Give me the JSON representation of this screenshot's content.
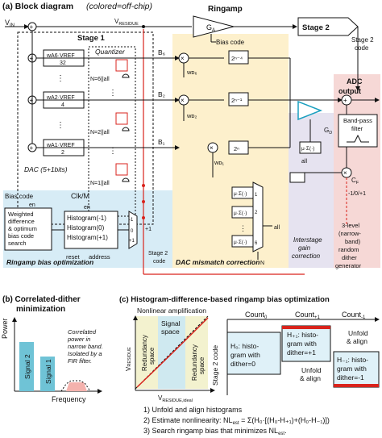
{
  "panel_a": {
    "title": "(a) Block diagram",
    "subtitle": "(colored=off-chip)",
    "vin": "V",
    "vin_sub": "IN",
    "v_residue": "V",
    "v_residue_sub": "RESIDUE",
    "ringamp_label": "Ringamp",
    "ga_label": "G",
    "ga_sub": "A",
    "bias_code_label": "Bias code",
    "stage1_label": "Stage 1",
    "stage2_label": "Stage 2",
    "stage2_code_label": "Stage 2 code",
    "quantizer_label": "Quantizer",
    "dac_label": "DAC (5+1bits)",
    "weights": [
      "w₆·Vᵣₑᶠ",
      "w₂·Vᵣₑᶠ",
      "w₁·Vᵣₑᶠ"
    ],
    "weights_plain": [
      "wA6·VREF",
      "wA2·VREF",
      "wA1·VREF"
    ],
    "divisors": [
      "32",
      "4",
      "2"
    ],
    "n_labels": [
      "N=6||all",
      "N=2||all",
      "N=1||all"
    ],
    "b_labels": [
      "B₆",
      "B₂",
      "B₁"
    ],
    "pow_labels": [
      "2ⁿ⁻⁴",
      "2ⁿ⁻¹",
      "2ⁿ"
    ],
    "wd_labels": [
      "wᴅ₆",
      "wᴅ₂",
      "wᴅ₁"
    ],
    "gd_label": "G",
    "gd_sub": "D",
    "adc_output": "ADC output",
    "bandpass": "Band-pass filter",
    "cf_label": "C",
    "cf_sub": "F",
    "mu_sigma": "μ·Σ(·)",
    "all_label": "all",
    "n_label": "N",
    "one_over_label": "-1/0/+1",
    "dither_gen": "3-level (narrow-band) random dither generator",
    "dither_lines": [
      "3-level",
      "(narrow-",
      "band)",
      "random",
      "dither",
      "generator"
    ],
    "clk_label": "Clk/M",
    "ringamp_opt_label": "Ringamp bias optimization",
    "dac_mismatch_label": "DAC mismatch correction",
    "interstage_label": "Interstage gain correction",
    "interstage_lines": [
      "Interstage",
      "gain",
      "correction"
    ],
    "bias_code_box": "Bias code",
    "weighted_lines": [
      "Weighted",
      "difference",
      "& optimum",
      "bias code",
      "search"
    ],
    "en1": "en",
    "en2": "en",
    "histograms": [
      "Histogram(-1)",
      "Histogram(0)",
      "Histogram(+1)"
    ],
    "reset": "reset",
    "address": "address",
    "mux_vals": [
      "-1",
      "0",
      "+1"
    ],
    "plus_one": "+1",
    "stage2_code_small": "Stage 2 code",
    "mux_nums": [
      "1",
      "2",
      "6"
    ]
  },
  "panel_b": {
    "title": "(b) Correlated-dither minimization",
    "title_lines": [
      "(b) Correlated-dither",
      "minimization"
    ],
    "ylabel": "Power",
    "xlabel": "Frequency",
    "signal1": "Signal 1",
    "signal2": "Signal 2",
    "annotation": [
      "Correlated",
      "power in",
      "narrow band.",
      "Isolated by a",
      "FIR filter."
    ]
  },
  "panel_c": {
    "title": "(c) Histogram-difference-based ringamp bias optimization",
    "nonlinear": "Nonlinear amplification",
    "ylabel": "V",
    "ylabel_sub": "RESIDUE",
    "xlabel": "V",
    "xlabel_sub": "RESIDUE,ideal",
    "signal_space": [
      "Signal",
      "space"
    ],
    "redundancy": [
      "Redundancy",
      "space"
    ],
    "stage2_code": "Stage 2 code",
    "count0": "Count",
    "count0_sub": "0",
    "count_p1": "Count",
    "count_p1_sub": "+1",
    "count_m1": "Count",
    "count_m1_sub": "-1",
    "h0_lines": [
      "H₀: histo-",
      "gram with",
      "dither=0"
    ],
    "hp1_lines": [
      "H₊₁: histo-",
      "gram with",
      "dither=+1"
    ],
    "hm1_lines": [
      "H₋₁: histo-",
      "gram with",
      "dither=-1"
    ],
    "unfold1": [
      "Unfold",
      "& align"
    ],
    "unfold2": [
      "Unfold",
      "& align"
    ],
    "steps": [
      "1) Unfold and align histograms",
      "2) Estimate nonlinearity: NL",
      "3) Search ringamp bias that minimizes NL"
    ],
    "step2_sub": "est",
    "step2_formula": " = Σ(H₀·[(H₀-H₊₁)+(H₀-H₋₁)])",
    "step3_sub": "est",
    "step3_end": "."
  },
  "colors": {
    "ringamp_bg": "#d7ecf6",
    "dac_bg": "#fdf0cc",
    "interstage_bg": "#e6e3f0",
    "adc_bg": "#f6d8d6",
    "signal_bar": "#6fc3d6",
    "dither_red": "#d9231c",
    "redundancy_bg": "#f3f2cf",
    "signal_space_bg": "#cfe9f0",
    "hist_blue": "#dff1f8",
    "accent_red": "#c0392b",
    "purple": "#7b3fa0",
    "gd_triangle": "#1a9fbf"
  }
}
